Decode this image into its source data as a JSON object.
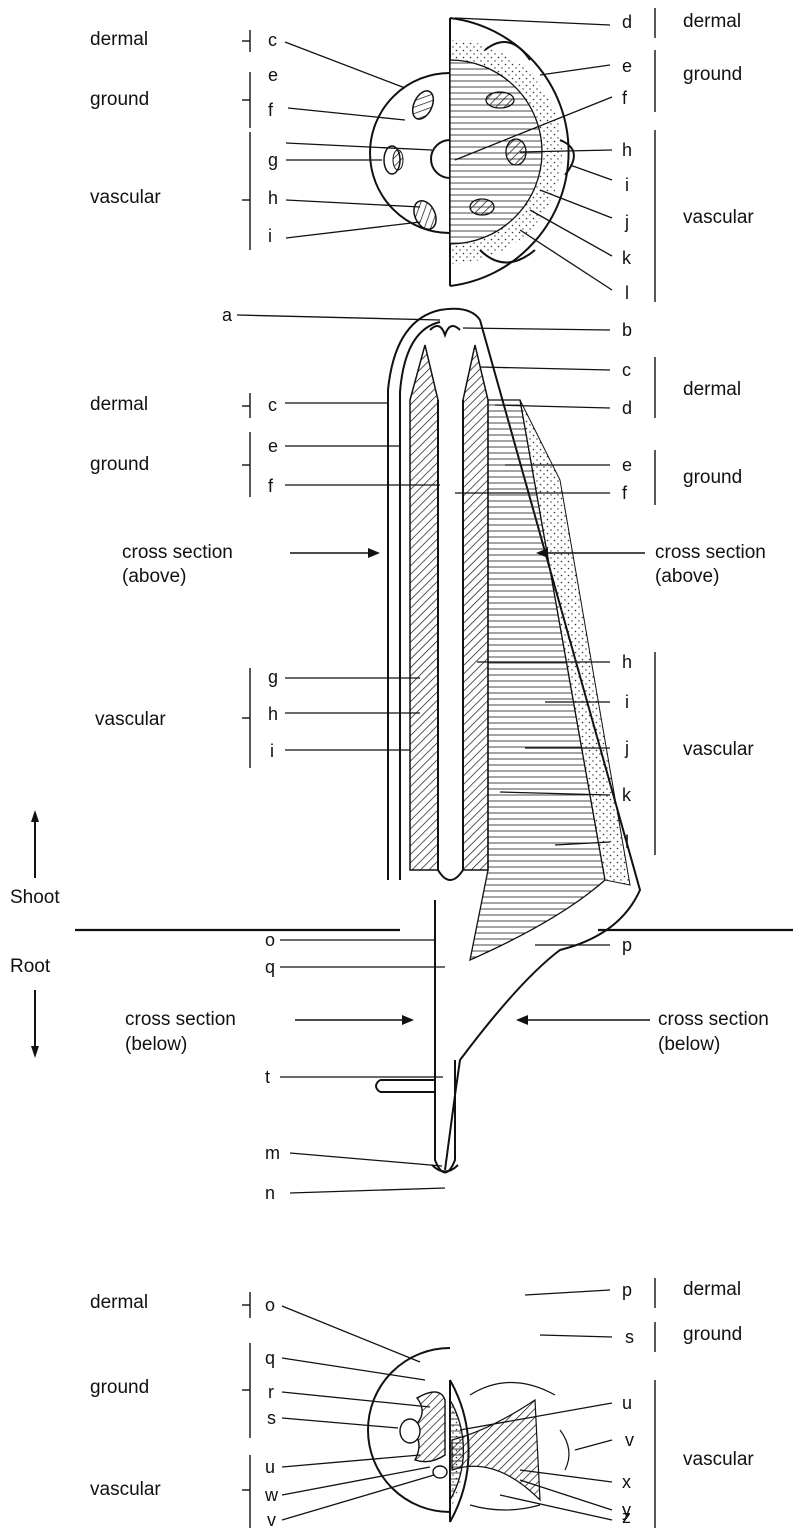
{
  "letters": {
    "a": "a",
    "b": "b",
    "c": "c",
    "d": "d",
    "e": "e",
    "f": "f",
    "g": "g",
    "h": "h",
    "i": "i",
    "j": "j",
    "k": "k",
    "l": "l",
    "m": "m",
    "n": "n",
    "o": "o",
    "p": "p",
    "q": "q",
    "r": "r",
    "s": "s",
    "t": "t",
    "u": "u",
    "v": "v",
    "w": "w",
    "x": "x",
    "y": "y",
    "z": "z"
  },
  "tissues": {
    "dermal": "dermal",
    "ground": "ground",
    "vascular": "vascular"
  },
  "cross_section": {
    "text": "cross section",
    "above": "(above)",
    "below": "(below)"
  },
  "regions": {
    "shoot": "Shoot",
    "root": "Root"
  },
  "colors": {
    "ink": "#111111",
    "paper": "#ffffff"
  }
}
